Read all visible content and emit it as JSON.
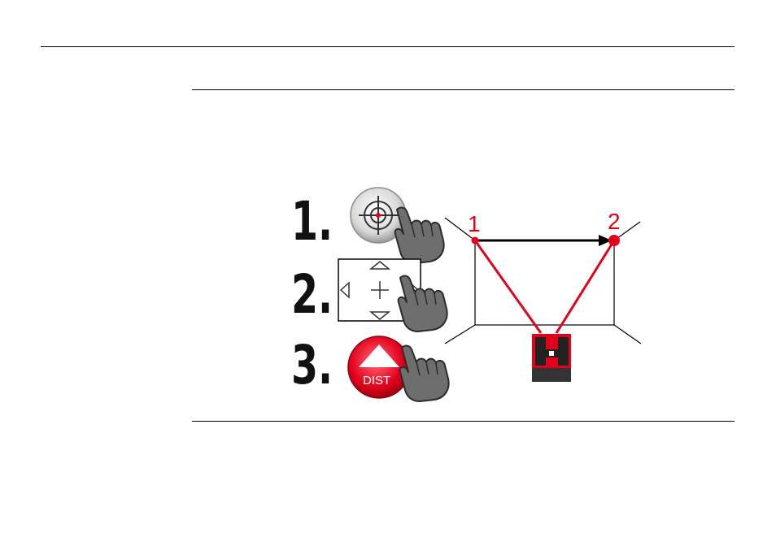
{
  "steps": [
    {
      "number": "1.",
      "action": "target-button"
    },
    {
      "number": "2.",
      "action": "navigation-pad"
    },
    {
      "number": "3.",
      "action": "dist-button",
      "button_label": "DIST"
    }
  ],
  "points": [
    {
      "label": "1"
    },
    {
      "label": "2"
    }
  ],
  "colors": {
    "accent": "#e3001b",
    "dark": "#111111",
    "hand": "#6e6e6e"
  }
}
